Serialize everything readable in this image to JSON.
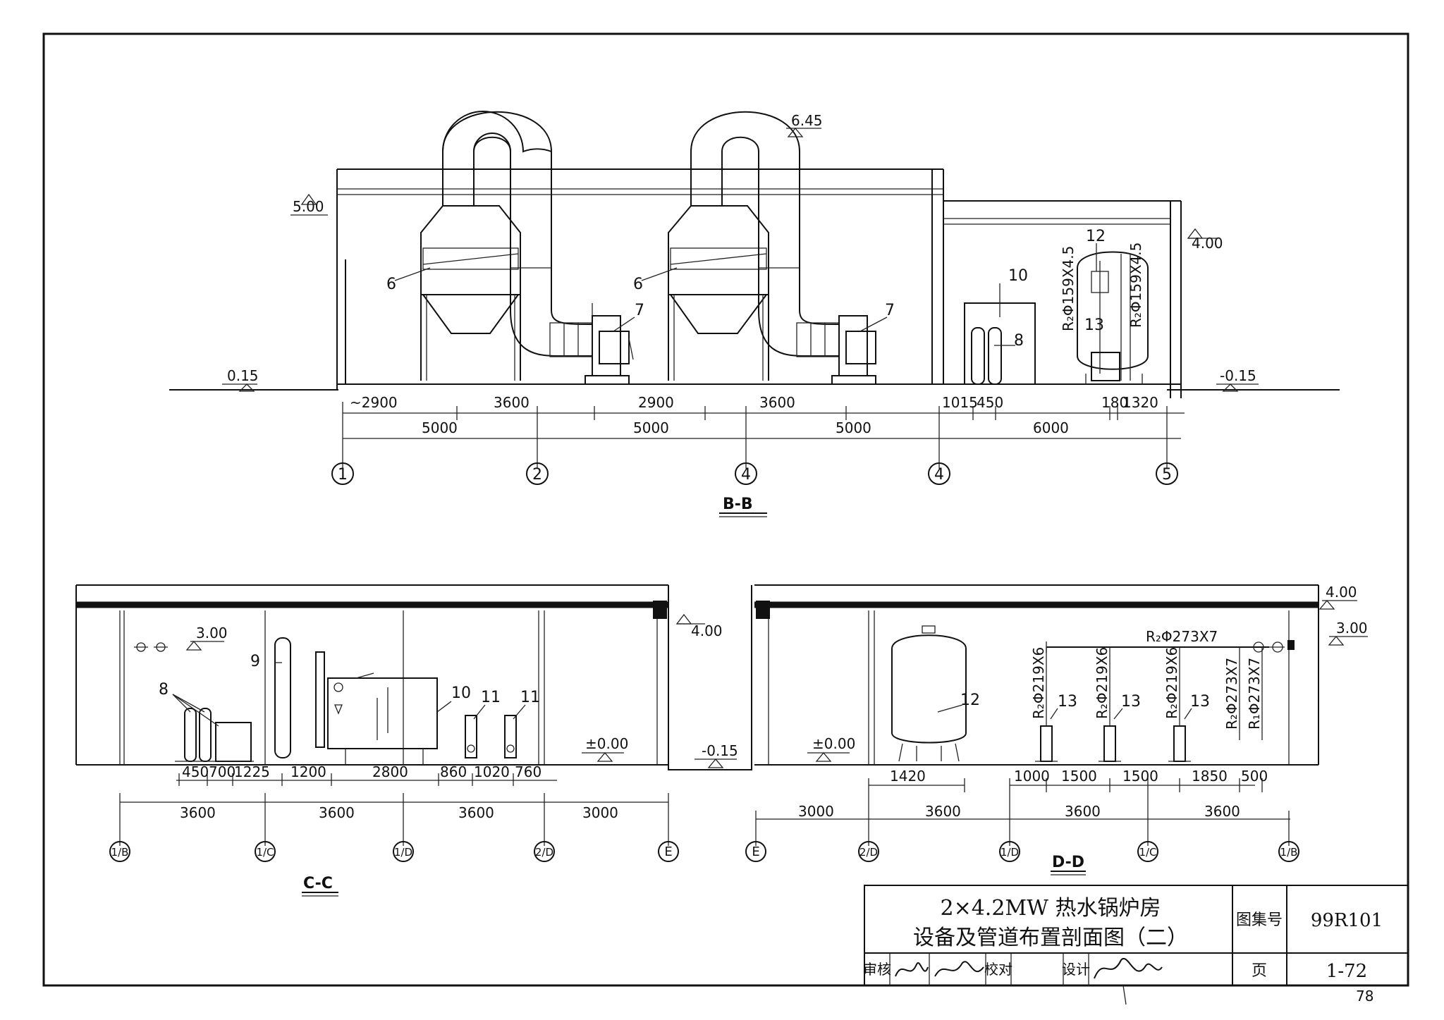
{
  "bb": {
    "title": "B-B",
    "levels": [
      "5.00",
      "6.45",
      "0.15",
      "-0.15",
      "4.00"
    ],
    "callouts": [
      "6",
      "6",
      "7",
      "7",
      "10",
      "8",
      "12",
      "13"
    ],
    "pipes": [
      "R₂Φ159X4.5",
      "R₂Φ159X4.5"
    ],
    "dims_top": [
      "~2900",
      "3600",
      "2900",
      "3600",
      "1015",
      "450",
      "180",
      "1320"
    ],
    "dims_bottom": [
      "5000",
      "5000",
      "5000",
      "6000"
    ],
    "axes": [
      "1",
      "2",
      "4",
      "4",
      "5"
    ]
  },
  "cc": {
    "title": "C-C",
    "levels": [
      "3.00",
      "4.00",
      "±0.00",
      "-0.15"
    ],
    "callouts": [
      "9",
      "8",
      "10",
      "11",
      "11"
    ],
    "dims_top": [
      "450",
      "700",
      "1225",
      "1200",
      "2800",
      "860",
      "1020",
      "760"
    ],
    "dims_bottom": [
      "3600",
      "3600",
      "3600",
      "3000"
    ],
    "axes": [
      "1/B",
      "1/C",
      "1/D",
      "2/D",
      "E"
    ]
  },
  "dd": {
    "title": "D-D",
    "levels": [
      "4.00",
      "3.00",
      "±0.00"
    ],
    "callouts": [
      "12",
      "13",
      "13",
      "13"
    ],
    "pipe_main": "R₂Φ273X7",
    "pipes": [
      "R₂Φ219X6",
      "R₂Φ219X6",
      "R₂Φ219X6",
      "R₂Φ273X7",
      "R₁Φ273X7"
    ],
    "dims_top": [
      "1420",
      "1000",
      "1500",
      "1500",
      "1850",
      "500"
    ],
    "dims_bottom": [
      "3000",
      "3600",
      "3600",
      "3600"
    ],
    "axes": [
      "E",
      "2/D",
      "1/D",
      "1/C",
      "1/B"
    ]
  },
  "titleblock": {
    "title_line1": "2×4.2MW 热水锅炉房",
    "title_line2": "设备及管道布置剖面图（二）",
    "atlas_label": "图集号",
    "atlas_no": "99R101",
    "page_label": "页",
    "page_no": "1-72",
    "review_label": "审核",
    "check_label": "校对",
    "design_label": "设计"
  },
  "sheet_no": "78"
}
